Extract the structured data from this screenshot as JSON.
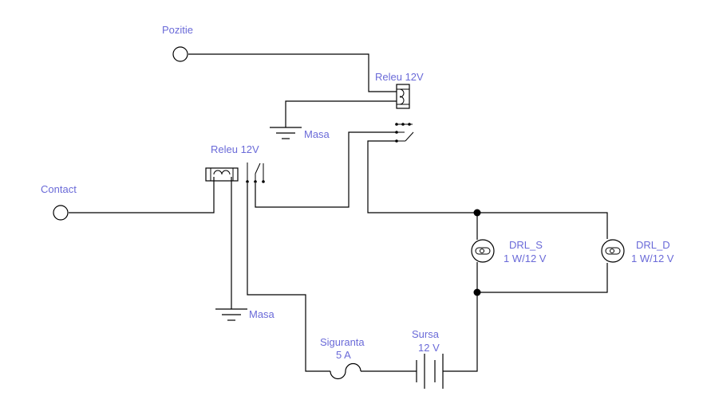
{
  "diagram": {
    "labels": {
      "pozitie": "Pozitie",
      "contact": "Contact",
      "relay_top": "Releu 12V",
      "relay_left": "Releu 12V",
      "ground_top": "Masa",
      "ground_bottom": "Masa",
      "lamp_left_name": "DRL_S",
      "lamp_left_rating": "1 W/12 V",
      "lamp_right_name": "DRL_D",
      "lamp_right_rating": "1 W/12 V",
      "fuse_name": "Siguranta",
      "fuse_rating": "5 A",
      "source_name": "Sursa",
      "source_rating": "12 V"
    },
    "colors": {
      "label": "#6a6ad8",
      "wire": "#000000"
    }
  }
}
